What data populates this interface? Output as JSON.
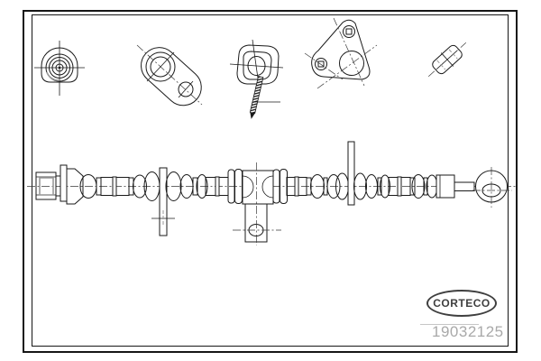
{
  "footer": {
    "brand": "CORTECO",
    "part_number": "19032125"
  },
  "drawing": {
    "type": "technical-part-drawing",
    "subject": "brake-hose-assembly",
    "colors": {
      "line": "#1a1a1a",
      "frame": "#161616",
      "shade_gray": "#9a9a9a",
      "part_number_gray": "#a9a9a9",
      "logo_gray": "#3f3f3f",
      "background": "#ffffff"
    },
    "views": [
      "hose-end-fitting-end-view",
      "two-hole-bracket-view",
      "grommet-with-bolt-view",
      "three-hole-bracket-view",
      "clip-sleeve-view",
      "hose-assembly-side-view"
    ]
  }
}
